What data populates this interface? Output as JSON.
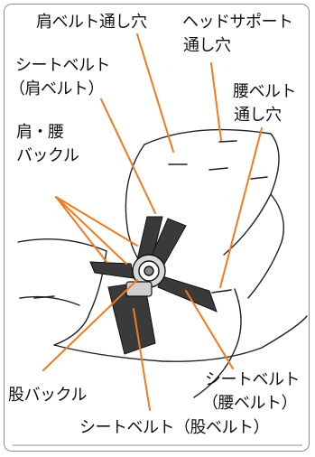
{
  "labels": {
    "shoulder_belt_slot": "肩ベルト通し穴",
    "headrest_slot_line1": "ヘッドサポート",
    "headrest_slot_line2": "通し穴",
    "seatbelt_shoulder_line1": "シートベルト",
    "seatbelt_shoulder_line2": "（肩ベルト）",
    "waist_slot_line1": "腰ベルト",
    "waist_slot_line2": "通し穴",
    "shoulder_waist_buckle_line1": "肩・腰",
    "shoulder_waist_buckle_line2": "バックル",
    "crotch_buckle": "股バックル",
    "seatbelt_waist_line1": "シートベルト",
    "seatbelt_waist_line2": "（腰ベルト）",
    "seatbelt_crotch": "シートベルト（股ベルト）"
  },
  "colors": {
    "leader": "#f07a20",
    "outline": "#222222",
    "belt": "#3a3a3a"
  }
}
